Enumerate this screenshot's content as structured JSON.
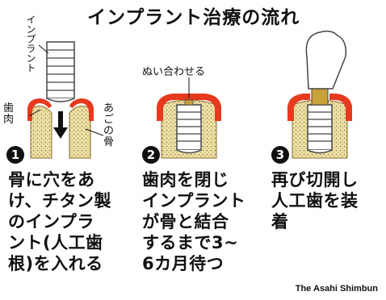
{
  "title": "インプラント治療の流れ",
  "labels": {
    "implant": "インプラント",
    "gum": "歯肉",
    "jawbone": "あごの骨",
    "suture": "ぬい合わせる"
  },
  "steps": [
    {
      "number": "1",
      "text": "骨に穴をあ\nけ、チタン製\nのインプラ\nント(人工歯\n根)を入れる"
    },
    {
      "number": "2",
      "text": "歯肉を閉じ\nインプラント\nが骨と結合\nするまで3~\n6カ月待つ"
    },
    {
      "number": "3",
      "text": "再び切開し\n人工歯を装\n着"
    }
  ],
  "credit": "The Asahi Shimbun",
  "colors": {
    "gum_red": "#e63a1e",
    "bone_fill": "#efe3a8",
    "bone_dots": "#8a6a2a",
    "implant_line": "#444444",
    "abutment": "#caa23a",
    "arrow": "#111111"
  }
}
